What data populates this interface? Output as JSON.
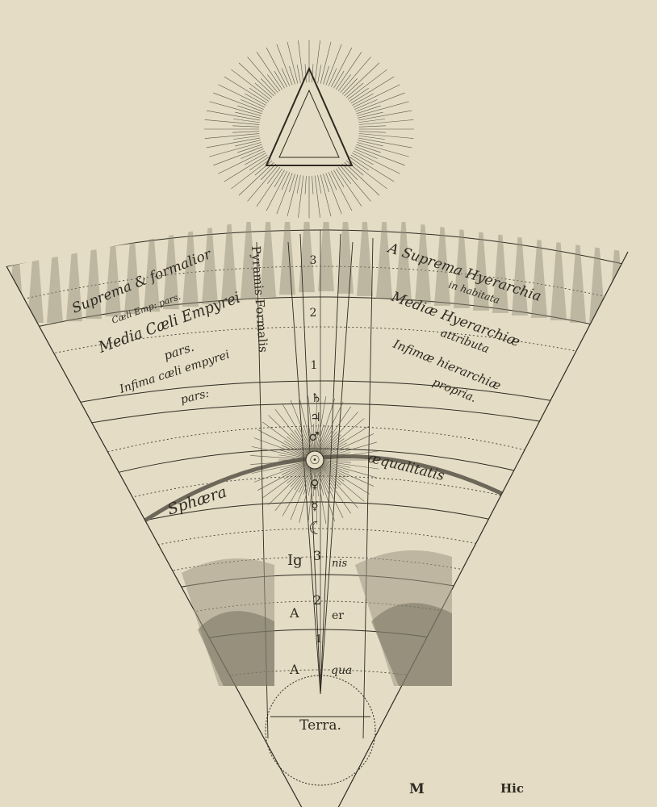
{
  "diagram": {
    "colors": {
      "paper": "#e4dcc4",
      "ink": "#2e2a22"
    },
    "left_labels": {
      "suprema": "Suprema & formalior",
      "suprema_sub": "Cæli Emp: pars.",
      "media": "Media Cæli Empyrei",
      "media_sub": "pars.",
      "infima": "Infima cæli empyrei",
      "infima_sub": "pars:"
    },
    "pyramid_label": "Pyramis Formalis",
    "right_labels": {
      "suprema": "A Suprema Hyerarchia",
      "suprema_sub": "in habitata",
      "media": "Mediæ Hyerarchiæ",
      "media_sub": "attributa",
      "infima": "Infimæ hierarchiæ",
      "infima_sub": "propria."
    },
    "upper_numbers": [
      "3",
      "2",
      "1"
    ],
    "planet_symbols": [
      "♄",
      "♃",
      "♂",
      "☉",
      "♀",
      "☿",
      "☾"
    ],
    "sphere_label_left": "Sphæra",
    "sphere_label_right": "æqualitatis",
    "elements": [
      {
        "number": "3",
        "left": "Ig",
        "right": "nis"
      },
      {
        "number": "2",
        "left": "A",
        "right": "er"
      },
      {
        "number": "1",
        "left": "A",
        "right": "qua"
      }
    ],
    "earth_label": "Terra.",
    "footer": {
      "signature": "M",
      "catchword": "Hic"
    }
  }
}
